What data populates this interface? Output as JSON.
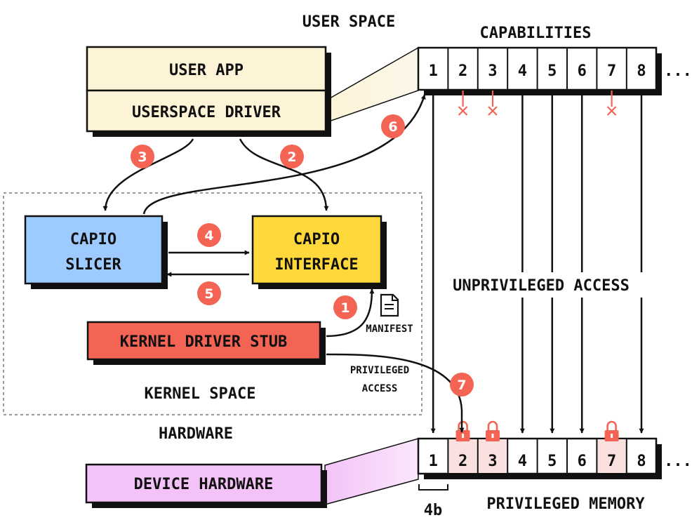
{
  "labels": {
    "user_space": "USER SPACE",
    "kernel_space": "KERNEL SPACE",
    "hardware": "HARDWARE",
    "capabilities": "CAPABILITIES",
    "privileged_memory": "PRIVILEGED MEMORY",
    "unprivileged_access": "UNPRIVILEGED ACCESS",
    "manifest": "MANIFEST",
    "privileged_access_line1": "PRIVILEGED",
    "privileged_access_line2": "ACCESS",
    "cell_size": "4b",
    "ellipsis": "..."
  },
  "boxes": {
    "user_app": "USER APP",
    "userspace_driver": "USERSPACE DRIVER",
    "capio_slicer_line1": "CAPIO",
    "capio_slicer_line2": "SLICER",
    "capio_interface_line1": "CAPIO",
    "capio_interface_line2": "INTERFACE",
    "kernel_driver_stub": "KERNEL DRIVER STUB",
    "device_hardware": "DEVICE HARDWARE"
  },
  "steps": [
    "1",
    "2",
    "3",
    "4",
    "5",
    "6",
    "7"
  ],
  "capabilities": [
    "1",
    "2",
    "3",
    "4",
    "5",
    "6",
    "7",
    "8"
  ],
  "denied_capabilities": [
    "2",
    "3",
    "7"
  ],
  "memory": [
    "1",
    "2",
    "3",
    "4",
    "5",
    "6",
    "7",
    "8"
  ],
  "locked_memory": [
    "2",
    "3",
    "7"
  ],
  "colors": {
    "user_box": "#fdf3d6",
    "slicer": "#9ecbff",
    "interface": "#ffd93b",
    "kernel_stub": "#f46454",
    "device": "#f3c2f8",
    "badge": "#f46454",
    "locked_cell": "#fbe0e0",
    "deny_mark": "#f46454"
  },
  "icons": {
    "cross": "x-mark-icon",
    "lock": "lock-icon",
    "document": "document-icon"
  }
}
